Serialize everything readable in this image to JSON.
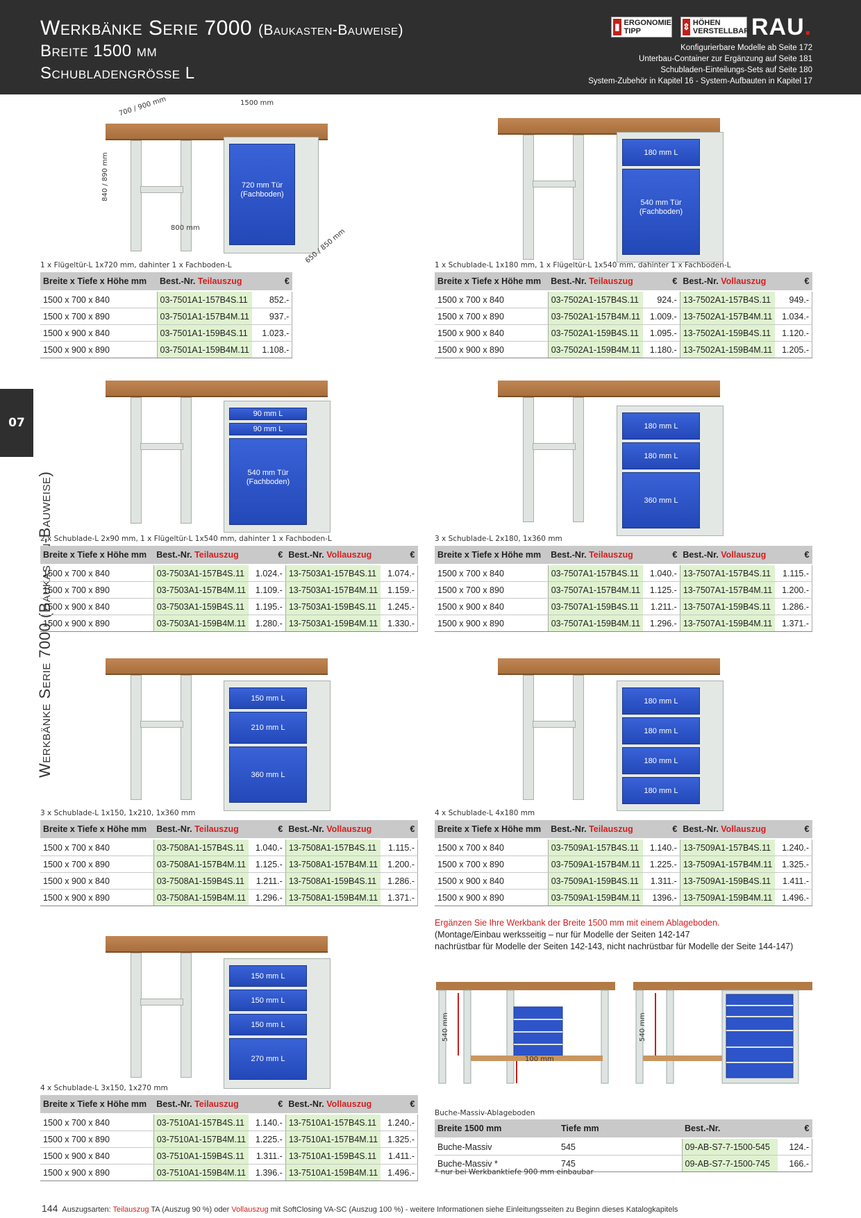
{
  "header": {
    "title": "Werkbänke Serie 7000",
    "title_suffix": "(Baukasten-Bauweise)",
    "line2": "Breite 1500 mm",
    "line3": "Schubladengrösse L",
    "badge1_line1": "ERGONOMIE",
    "badge1_line2": "TIPP",
    "badge2_line1": "HÖHEN",
    "badge2_line2": "VERSTELLBAR",
    "brand": "RAU",
    "brand_dot": ".",
    "notes": [
      "Konfigurierbare Modelle ab Seite 172",
      "Unterbau-Container zur Ergänzung auf Seite 181",
      "Schubladen-Einteilungs-Sets auf Seite 180",
      "System-Zubehör in Kapitel 16 - System-Aufbauten in Kapitel 17"
    ]
  },
  "side": {
    "chapter": "07",
    "title": "Werkbänke Serie 7000 (Baukasten-Bauweise)"
  },
  "table_headers": {
    "dims": "Breite x Tiefe x Höhe mm",
    "best": "Best.-Nr.",
    "teil": "Teilauszug",
    "voll": "Vollauszug",
    "eur": "€"
  },
  "products": [
    {
      "caption": "1 x Flügeltür-L 1x720 mm, dahinter 1 x Fachboden-L",
      "drawers": [
        "720 mm Tür (Fachboden)"
      ],
      "dimensions_drawn": {
        "depth": "700 / 900 mm",
        "width": "1500 mm",
        "height": "840 / 890 mm",
        "inner": "800 mm",
        "cab_depth": "650 / 850 mm"
      },
      "rows": [
        {
          "dims": "1500 x 700 x 840",
          "teil_nr": "03-7501A1-157B4S.11",
          "teil_preis": "852.-"
        },
        {
          "dims": "1500 x 700 x 890",
          "teil_nr": "03-7501A1-157B4M.11",
          "teil_preis": "937.-"
        },
        {
          "dims": "1500 x 900 x 840",
          "teil_nr": "03-7501A1-159B4S.11",
          "teil_preis": "1.023.-"
        },
        {
          "dims": "1500 x 900 x 890",
          "teil_nr": "03-7501A1-159B4M.11",
          "teil_preis": "1.108.-"
        }
      ]
    },
    {
      "caption": "1 x Schublade-L 1x180 mm, 1 x Flügeltür-L 1x540 mm, dahinter 1 x Fachboden-L",
      "drawers": [
        "180 mm L",
        "540 mm Tür (Fachboden)"
      ],
      "rows": [
        {
          "dims": "1500 x 700 x 840",
          "teil_nr": "03-7502A1-157B4S.11",
          "teil_preis": "924.-",
          "voll_nr": "13-7502A1-157B4S.11",
          "voll_preis": "949.-"
        },
        {
          "dims": "1500 x 700 x 890",
          "teil_nr": "03-7502A1-157B4M.11",
          "teil_preis": "1.009.-",
          "voll_nr": "13-7502A1-157B4M.11",
          "voll_preis": "1.034.-"
        },
        {
          "dims": "1500 x 900 x 840",
          "teil_nr": "03-7502A1-159B4S.11",
          "teil_preis": "1.095.-",
          "voll_nr": "13-7502A1-159B4S.11",
          "voll_preis": "1.120.-"
        },
        {
          "dims": "1500 x 900 x 890",
          "teil_nr": "03-7502A1-159B4M.11",
          "teil_preis": "1.180.-",
          "voll_nr": "13-7502A1-159B4M.11",
          "voll_preis": "1.205.-"
        }
      ]
    },
    {
      "caption": "2 x Schublade-L 2x90 mm, 1 x Flügeltür-L 1x540 mm, dahinter 1 x Fachboden-L",
      "drawers": [
        "90 mm L",
        "90 mm L",
        "540 mm Tür (Fachboden)"
      ],
      "rows": [
        {
          "dims": "1500 x 700 x 840",
          "teil_nr": "03-7503A1-157B4S.11",
          "teil_preis": "1.024.-",
          "voll_nr": "13-7503A1-157B4S.11",
          "voll_preis": "1.074.-"
        },
        {
          "dims": "1500 x 700 x 890",
          "teil_nr": "03-7503A1-157B4M.11",
          "teil_preis": "1.109.-",
          "voll_nr": "13-7503A1-157B4M.11",
          "voll_preis": "1.159.-"
        },
        {
          "dims": "1500 x 900 x 840",
          "teil_nr": "03-7503A1-159B4S.11",
          "teil_preis": "1.195.-",
          "voll_nr": "13-7503A1-159B4S.11",
          "voll_preis": "1.245.-"
        },
        {
          "dims": "1500 x 900 x 890",
          "teil_nr": "03-7503A1-159B4M.11",
          "teil_preis": "1.280.-",
          "voll_nr": "13-7503A1-159B4M.11",
          "voll_preis": "1.330.-"
        }
      ]
    },
    {
      "caption": "3 x Schublade-L 2x180, 1x360 mm",
      "drawers": [
        "180 mm L",
        "180 mm L",
        "360 mm L"
      ],
      "rows": [
        {
          "dims": "1500 x 700 x 840",
          "teil_nr": "03-7507A1-157B4S.11",
          "teil_preis": "1.040.-",
          "voll_nr": "13-7507A1-157B4S.11",
          "voll_preis": "1.115.-"
        },
        {
          "dims": "1500 x 700 x 890",
          "teil_nr": "03-7507A1-157B4M.11",
          "teil_preis": "1.125.-",
          "voll_nr": "13-7507A1-157B4M.11",
          "voll_preis": "1.200.-"
        },
        {
          "dims": "1500 x 900 x 840",
          "teil_nr": "03-7507A1-159B4S.11",
          "teil_preis": "1.211.-",
          "voll_nr": "13-7507A1-159B4S.11",
          "voll_preis": "1.286.-"
        },
        {
          "dims": "1500 x 900 x 890",
          "teil_nr": "03-7507A1-159B4M.11",
          "teil_preis": "1.296.-",
          "voll_nr": "13-7507A1-159B4M.11",
          "voll_preis": "1.371.-"
        }
      ]
    },
    {
      "caption": "3 x Schublade-L 1x150, 1x210, 1x360 mm",
      "drawers": [
        "150 mm L",
        "210 mm L",
        "360 mm L"
      ],
      "rows": [
        {
          "dims": "1500 x 700 x 840",
          "teil_nr": "03-7508A1-157B4S.11",
          "teil_preis": "1.040.-",
          "voll_nr": "13-7508A1-157B4S.11",
          "voll_preis": "1.115.-"
        },
        {
          "dims": "1500 x 700 x 890",
          "teil_nr": "03-7508A1-157B4M.11",
          "teil_preis": "1.125.-",
          "voll_nr": "13-7508A1-157B4M.11",
          "voll_preis": "1.200.-"
        },
        {
          "dims": "1500 x 900 x 840",
          "teil_nr": "03-7508A1-159B4S.11",
          "teil_preis": "1.211.-",
          "voll_nr": "13-7508A1-159B4S.11",
          "voll_preis": "1.286.-"
        },
        {
          "dims": "1500 x 900 x 890",
          "teil_nr": "03-7508A1-159B4M.11",
          "teil_preis": "1.296.-",
          "voll_nr": "13-7508A1-159B4M.11",
          "voll_preis": "1.371.-"
        }
      ]
    },
    {
      "caption": "4 x Schublade-L 4x180 mm",
      "drawers": [
        "180 mm L",
        "180 mm L",
        "180 mm L",
        "180 mm L"
      ],
      "rows": [
        {
          "dims": "1500 x 700 x 840",
          "teil_nr": "03-7509A1-157B4S.11",
          "teil_preis": "1.140.-",
          "voll_nr": "13-7509A1-157B4S.11",
          "voll_preis": "1.240.-"
        },
        {
          "dims": "1500 x 700 x 890",
          "teil_nr": "03-7509A1-157B4M.11",
          "teil_preis": "1.225.-",
          "voll_nr": "13-7509A1-157B4M.11",
          "voll_preis": "1.325.-"
        },
        {
          "dims": "1500 x 900 x 840",
          "teil_nr": "03-7509A1-159B4S.11",
          "teil_preis": "1.311.-",
          "voll_nr": "13-7509A1-159B4S.11",
          "voll_preis": "1.411.-"
        },
        {
          "dims": "1500 x 900 x 890",
          "teil_nr": "03-7509A1-159B4M.11",
          "teil_preis": "1396.-",
          "voll_nr": "13-7509A1-159B4M.11",
          "voll_preis": "1.496.-"
        }
      ]
    },
    {
      "caption": "4 x Schublade-L 3x150, 1x270 mm",
      "drawers": [
        "150 mm L",
        "150 mm L",
        "150 mm L",
        "270 mm L"
      ],
      "rows": [
        {
          "dims": "1500 x 700 x 840",
          "teil_nr": "03-7510A1-157B4S.11",
          "teil_preis": "1.140.-",
          "voll_nr": "13-7510A1-157B4S.11",
          "voll_preis": "1.240.-"
        },
        {
          "dims": "1500 x 700 x 890",
          "teil_nr": "03-7510A1-157B4M.11",
          "teil_preis": "1.225.-",
          "voll_nr": "13-7510A1-157B4M.11",
          "voll_preis": "1.325.-"
        },
        {
          "dims": "1500 x 900 x 840",
          "teil_nr": "03-7510A1-159B4S.11",
          "teil_preis": "1.311.-",
          "voll_nr": "13-7510A1-159B4S.11",
          "voll_preis": "1.411.-"
        },
        {
          "dims": "1500 x 900 x 890",
          "teil_nr": "03-7510A1-159B4M.11",
          "teil_preis": "1.396.-",
          "voll_nr": "13-7510A1-159B4M.11",
          "voll_preis": "1.496.-"
        }
      ]
    }
  ],
  "shelf": {
    "note_red": "Ergänzen Sie Ihre Werkbank der Breite 1500 mm mit einem Ablageboden.",
    "note_2": "(Montage/Einbau werksseitig – nur für Modelle der Seiten 142-147",
    "note_3": " nachrüstbar für Modelle der Seiten 142-143, nicht nachrüstbar für Modelle der Seite 144-147)",
    "dim_height": "540 mm",
    "dim_gap": "100 mm",
    "caption": "Buche-Massiv-Ablageboden",
    "headers": {
      "width": "Breite 1500 mm",
      "depth": "Tiefe mm",
      "best": "Best.-Nr.",
      "eur": "€"
    },
    "rows": [
      {
        "name": "Buche-Massiv",
        "depth": "545",
        "nr": "09-AB-S7-7-1500-545",
        "price": "124.-"
      },
      {
        "name": "Buche-Massiv *",
        "depth": "745",
        "nr": "09-AB-S7-7-1500-745",
        "price": "166.-"
      }
    ],
    "footnote": "* nur bei Werkbanktiefe 900 mm einbaubar"
  },
  "footer": {
    "page": "144",
    "t1": "Auszugsarten: ",
    "teil": "Teilauszug",
    "t2": " TA (Auszug 90 %)  oder  ",
    "voll": "Vollauszug",
    "t3": " mit SoftClosing VA-SC (Auszug 100 %) -  weitere Informationen siehe Einleitungsseiten zu Beginn dieses Katalogkapitels"
  }
}
